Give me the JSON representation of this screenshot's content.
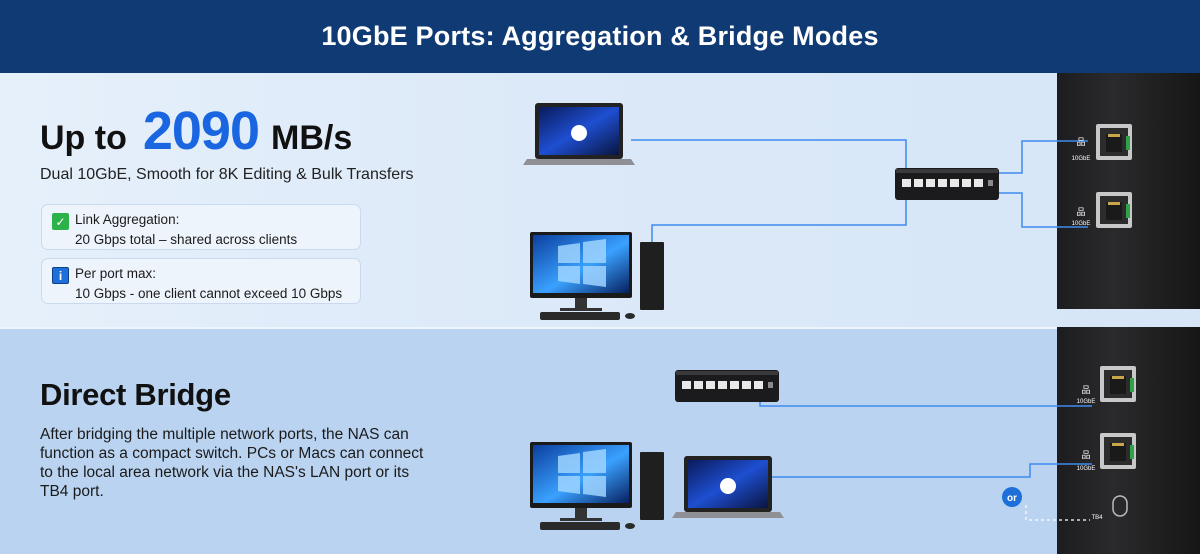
{
  "header": {
    "title": "10GbE Ports: Aggregation & Bridge Modes"
  },
  "aggregation": {
    "speed_prefix": "Up to",
    "speed_value": "2090",
    "speed_unit": "MB/s",
    "subtitle": "Dual 10GbE, Smooth for 8K Editing & Bulk Transfers",
    "cards": [
      {
        "icon": "check-icon",
        "title": "Link Aggregation:",
        "detail": "20 Gbps total – shared across clients"
      },
      {
        "icon": "info-icon",
        "title": "Per port max:",
        "detail": "10 Gbps - one client cannot exceed 10 Gbps"
      }
    ],
    "badge_glyphs": {
      "check": "✓",
      "info": "i"
    }
  },
  "bridge": {
    "title": "Direct Bridge",
    "description": "After bridging the multiple network ports, the NAS can function as a compact switch. PCs or Macs can connect to the local area network via the NAS's LAN port or its TB4 port."
  },
  "ports": {
    "label_10gbe": "10GbE",
    "label_tb4": "TB4",
    "or_label": "or"
  },
  "colors": {
    "header_bg": "#0f3a73",
    "accent_blue": "#1a66e0",
    "line_blue": "#3d8bef",
    "check_green": "#2db24a"
  }
}
